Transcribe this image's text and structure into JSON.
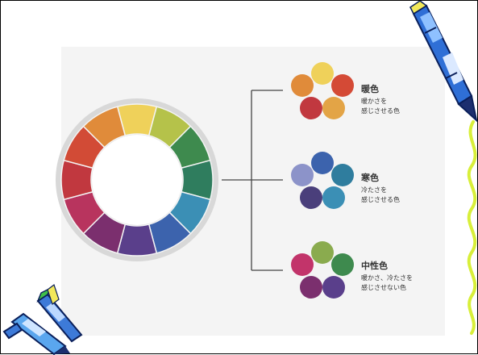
{
  "colors": {
    "wheel_segments": [
      "#efd15a",
      "#b5c24a",
      "#3e8a4e",
      "#2f7d5e",
      "#3b8fb5",
      "#3c63ad",
      "#5a3f8b",
      "#7b2f6e",
      "#b8345e",
      "#c1383f",
      "#d24b36",
      "#e08b3a"
    ],
    "warm": [
      "#efd15a",
      "#d44a36",
      "#e3a446",
      "#c1383f",
      "#e08b3a"
    ],
    "cool": [
      "#3c63ad",
      "#2f7d9e",
      "#3b8fb5",
      "#4a3f7b",
      "#8c93c9"
    ],
    "neutral": [
      "#8aab4e",
      "#3e8a4e",
      "#5a3f8b",
      "#7b2f6e",
      "#c2346a"
    ]
  },
  "groups": [
    {
      "title": "暖色",
      "line1": "暖かさを",
      "line2": "感じさせる色"
    },
    {
      "title": "寒色",
      "line1": "冷たさを",
      "line2": "感じさせる色"
    },
    {
      "title": "中性色",
      "line1": "暖かさ、冷たさを",
      "line2": "感じさせない色"
    }
  ],
  "icons": [
    "crayon-top-right-icon",
    "crayons-bottom-left-icon",
    "yellow-squiggle-icon"
  ]
}
